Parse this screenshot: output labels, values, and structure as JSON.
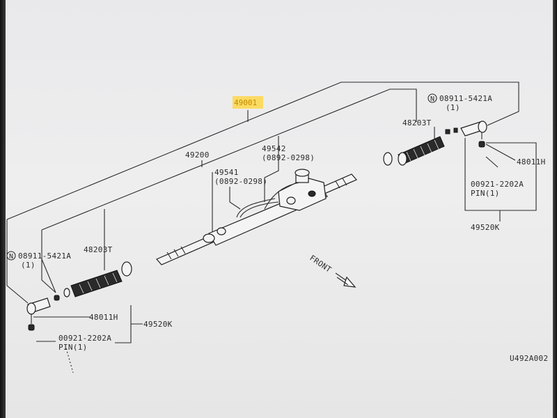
{
  "diagram": {
    "main_part": "49001",
    "gear_assy": "49200",
    "tube_a": "49542",
    "tube_a_range": "(0892-0298)",
    "tube_b": "49541",
    "tube_b_range": "(0892-0298)",
    "nut_right": "08911-5421A",
    "nut_right_qty": "(1)",
    "nut_left": "08911-5421A",
    "nut_left_qty": "(1)",
    "nut_symbol": "N",
    "boot_right": "48203T",
    "boot_left": "48203T",
    "socket_right": "48011H",
    "socket_left": "48011H",
    "pin_right": "00921-2202A",
    "pin_right_label": "PIN(1)",
    "pin_left": "00921-2202A",
    "pin_left_label": "PIN(1)",
    "tie_rod_right": "49520K",
    "tie_rod_left": "49520K",
    "front_label": "FRONT",
    "ref_code": "U492A002"
  }
}
